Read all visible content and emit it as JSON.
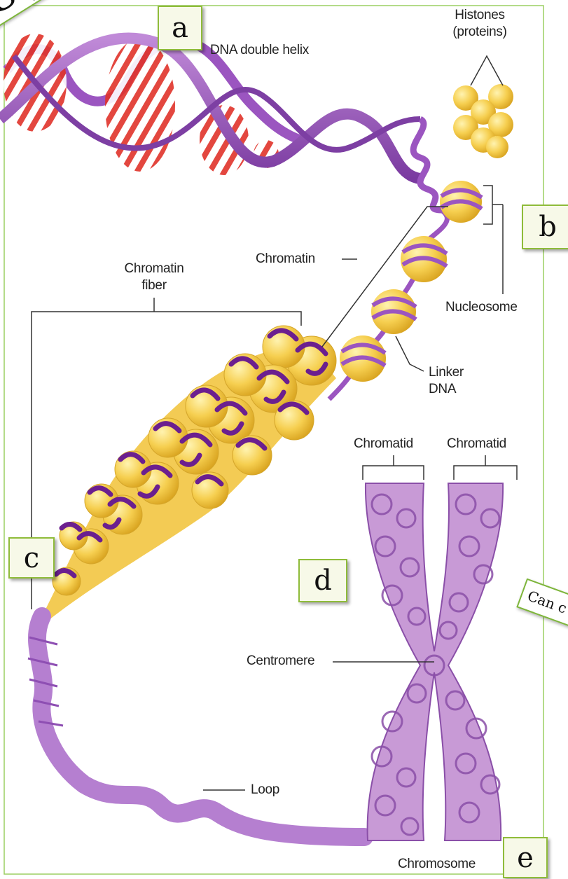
{
  "labels": {
    "dna_double_helix": "DNA double helix",
    "histones": "Histones (proteins)",
    "chromatin_fiber": "Chromatin fiber",
    "chromatin": "Chromatin",
    "nucleosome": "Nucleosome",
    "linker_dna": "Linker DNA",
    "chromatid_left": "Chromatid",
    "chromatid_right": "Chromatid",
    "centromere": "Centromere",
    "loop": "Loop",
    "chromosome": "Chromosome"
  },
  "answer_boxes": {
    "a": "a",
    "b": "b",
    "c": "c",
    "d": "d",
    "e": "e"
  },
  "overlays": {
    "corner_tag": "S p",
    "side_tag": "Can c"
  },
  "colors": {
    "dna": "#a05ac0",
    "histone": "#f2c84b",
    "chromosome": "#c89ad6",
    "box_border": "#8fbc3a"
  }
}
